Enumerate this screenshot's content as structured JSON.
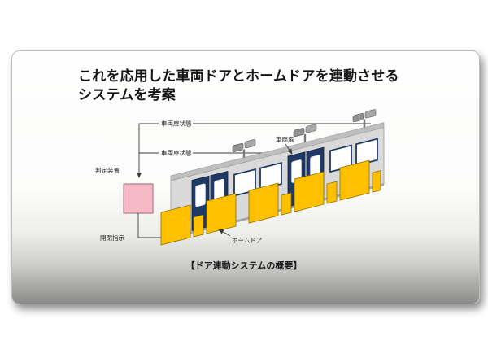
{
  "slide": {
    "title": "これを応用した車両ドアとホームドアを連動させる\nシステムを考案",
    "caption": "【ドア連動システムの概要】",
    "diagram": {
      "labels": {
        "door_state_1": "車両扉状態",
        "door_state_2": "車両扉状態",
        "judgment_device": "判定装置",
        "open_close_command": "開閉指示",
        "platform_door": "ホームドア",
        "vehicle_door": "車両扉"
      },
      "colors": {
        "judgment_box": "#f8b9c6",
        "vehicle_door_panel": "#1f3864",
        "platform_door_panel": "#ffc000",
        "train_body": "#d9d9d9",
        "signal_line": "#3c3c3c"
      }
    }
  }
}
